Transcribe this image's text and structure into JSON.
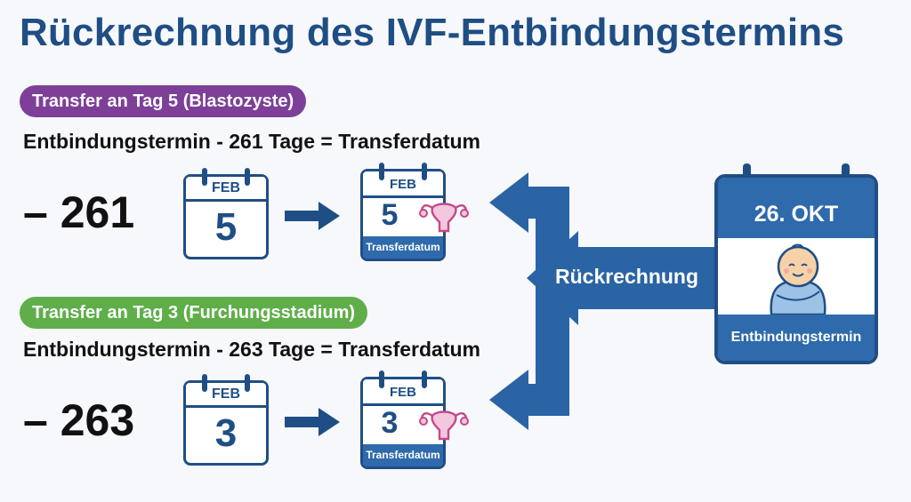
{
  "title": "Rückrechnung des IVF-Entbindungstermins",
  "colors": {
    "title": "#1f4e85",
    "day5_pill": "#7d3f98",
    "day3_pill": "#5fae4a",
    "calendar_blue": "#2e6aac",
    "arrow_blue": "#2a64a4"
  },
  "section_day5": {
    "pill": "Transfer an Tag 5 (Blastozyste)",
    "formula": "Entbindungstermin - 261 Tage = Transferdatum",
    "minus_days": "– 261",
    "calendar_from": {
      "month": "FEB",
      "day": "5"
    },
    "calendar_to": {
      "month": "FEB",
      "day": "5",
      "label": "Transferdatum",
      "icon": "uterus-icon"
    }
  },
  "section_day3": {
    "pill": "Transfer an Tag 3 (Furchungsstadium)",
    "formula": "Entbindungstermin - 263 Tage = Transferdatum",
    "minus_days": "– 263",
    "calendar_from": {
      "month": "FEB",
      "day": "3"
    },
    "calendar_to": {
      "month": "FEB",
      "day": "3",
      "label": "Transferdatum",
      "icon": "uterus-icon"
    }
  },
  "rueckrechnung_label": "Rückrechnung",
  "due_date_calendar": {
    "date": "26. OKT",
    "label": "Entbindungstermin",
    "icon": "baby-icon"
  }
}
